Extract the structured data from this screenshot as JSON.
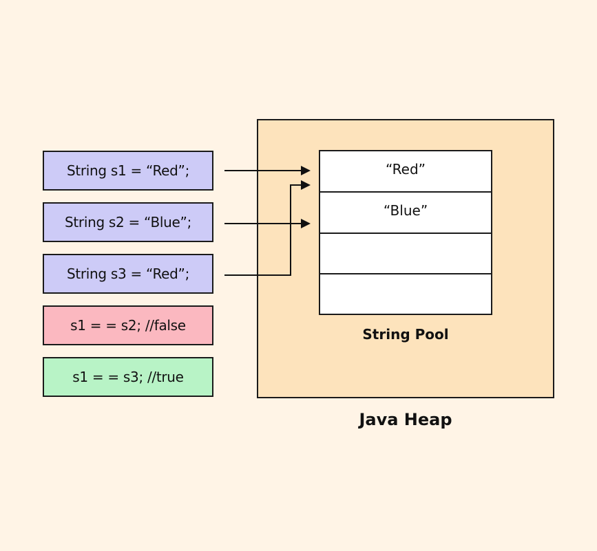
{
  "colors": {
    "background": "#fff4e6",
    "declaration_box": "#cdcbf7",
    "false_box": "#fbb8c0",
    "true_box": "#b8f3c6",
    "heap": "#fde3bc",
    "pool": "#ffffff"
  },
  "code": {
    "s1": "String s1 = “Red”;",
    "s2": "String s2 = “Blue”;",
    "s3": "String s3 = “Red”;",
    "compare_false": "s1 = = s2; //false",
    "compare_true": "s1 = = s3; //true"
  },
  "pool": {
    "label": "String Pool",
    "slots": [
      "“Red”",
      "“Blue”",
      "",
      ""
    ]
  },
  "heap": {
    "label": "Java Heap"
  },
  "references": [
    {
      "from": "s1",
      "to": "“Red”"
    },
    {
      "from": "s2",
      "to": "“Blue”"
    },
    {
      "from": "s3",
      "to": "“Red”"
    }
  ]
}
